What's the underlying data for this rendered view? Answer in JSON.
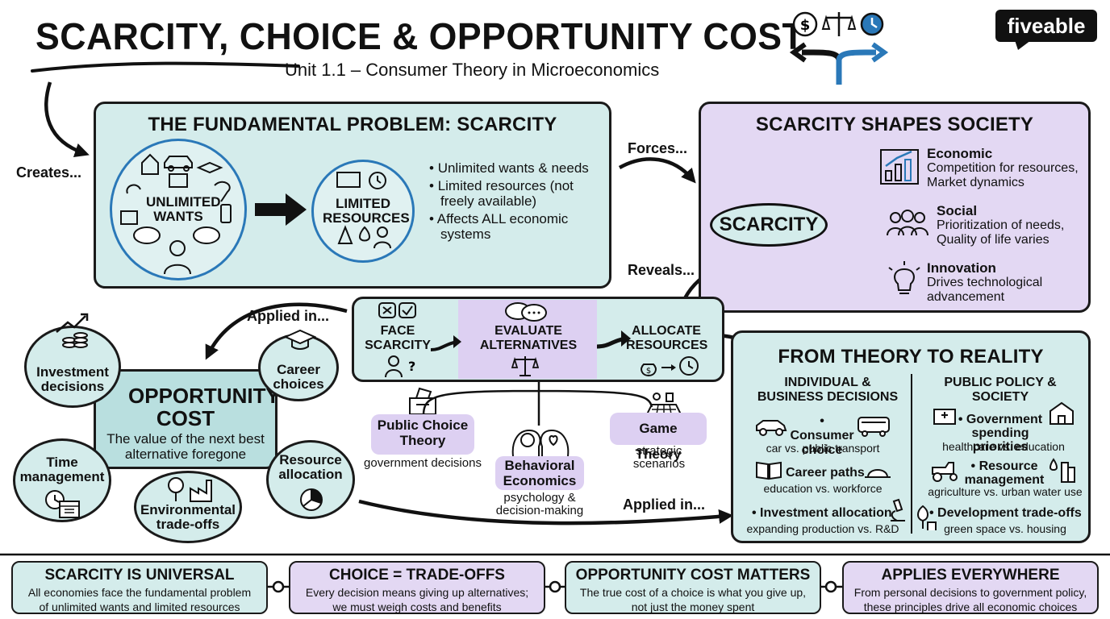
{
  "header": {
    "title": "SCARCITY, CHOICE & OPPORTUNITY COST",
    "subtitle": "Unit 1.1 – Consumer Theory in Microeconomics",
    "brand": "fiveable"
  },
  "labels": {
    "creates": "Creates...",
    "forces": "Forces...",
    "reveals": "Reveals...",
    "applied_in_top": "Applied in...",
    "applied_in_bottom": "Applied in..."
  },
  "fundamental": {
    "title": "THE FUNDAMENTAL PROBLEM: SCARCITY",
    "unlimited": "UNLIMITED WANTS",
    "limited": "LIMITED RESOURCES",
    "bullets": [
      "Unlimited wants & needs",
      "Limited resources (not freely available)",
      "Affects ALL economic systems"
    ]
  },
  "society": {
    "title": "SCARCITY SHAPES SOCIETY",
    "center": "SCARCITY",
    "items": [
      {
        "head": "Economic",
        "l1": "Competition for resources,",
        "l2": "Market dynamics"
      },
      {
        "head": "Social",
        "l1": "Prioritization of needs,",
        "l2": "Quality of life varies"
      },
      {
        "head": "Innovation",
        "l1": "Drives technological",
        "l2": "advancement"
      }
    ]
  },
  "process": {
    "steps": [
      "FACE SCARCITY",
      "EVALUATE ALTERNATIVES",
      "ALLOCATE RESOURCES"
    ],
    "branches": [
      {
        "name": "Public Choice Theory",
        "desc": "government decisions"
      },
      {
        "name": "Behavioral Economics",
        "desc": "psychology & decision-making"
      },
      {
        "name": "Game Theory",
        "desc": "strategic scenarios"
      }
    ]
  },
  "opportunity": {
    "title": "OPPORTUNITY COST",
    "desc": "The value of the next best alternative foregone",
    "satellites": [
      "Investment decisions",
      "Career choices",
      "Time management",
      "Resource allocation",
      "Environmental trade-offs"
    ]
  },
  "reality": {
    "title": "FROM THEORY TO REALITY",
    "left_head": "INDIVIDUAL & BUSINESS DECISIONS",
    "right_head": "PUBLIC POLICY & SOCIETY",
    "left_items": [
      {
        "head": "• Consumer choice",
        "desc": "car vs. public transport"
      },
      {
        "head": "Career paths",
        "desc": "education vs. workforce"
      },
      {
        "head": "• Investment allocation",
        "desc": "expanding production vs. R&D"
      }
    ],
    "right_items": [
      {
        "head": "• Government spending priorities",
        "desc": "healthcare vs. education"
      },
      {
        "head": "• Resource management",
        "desc": "agriculture vs. urban water use"
      },
      {
        "head": "• Development trade-offs",
        "desc": "green space vs. housing"
      }
    ]
  },
  "footer": [
    {
      "head": "SCARCITY IS UNIVERSAL",
      "l1": "All economies face the fundamental problem",
      "l2": "of unlimited wants and limited resources"
    },
    {
      "head": "CHOICE = TRADE-OFFS",
      "l1": "Every decision means giving up alternatives;",
      "l2": "we must weigh costs and benefits"
    },
    {
      "head": "OPPORTUNITY COST MATTERS",
      "l1": "The true cost of a choice is what you give up,",
      "l2": "not just the money spent"
    },
    {
      "head": "APPLIES EVERYWHERE",
      "l1": "From personal decisions to government policy,",
      "l2": "these principles drive all economic choices"
    }
  ]
}
